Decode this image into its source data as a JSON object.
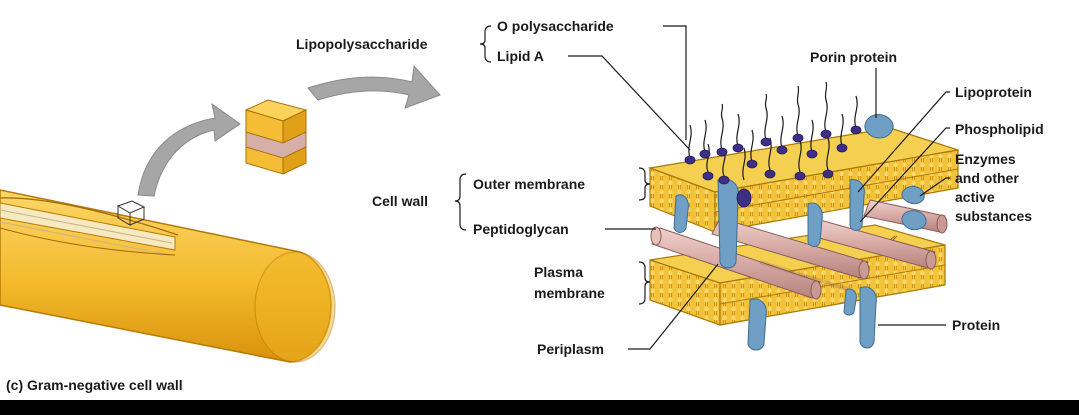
{
  "labels": {
    "lipopolysaccharide": "Lipopolysaccharide",
    "o_polysaccharide": "O polysaccharide",
    "lipid_a": "Lipid A",
    "porin_protein": "Porin protein",
    "lipoprotein": "Lipoprotein",
    "phospholipid": "Phospholipid",
    "enzymes": [
      "Enzymes",
      "and other",
      "active",
      "substances"
    ],
    "cell_wall": "Cell wall",
    "outer_membrane": "Outer membrane",
    "peptidoglycan": "Peptidoglycan",
    "plasma_membrane": [
      "Plasma",
      "membrane"
    ],
    "periplasm": "Periplasm",
    "protein": "Protein",
    "caption": "(c) Gram-negative cell wall"
  },
  "colors": {
    "membrane_yellow": "#f2c23a",
    "membrane_edge": "#d89a12",
    "protein_blue": "#6f9fc4",
    "rod_pink": "#d7a9a4",
    "lps_purple": "#3d2f86",
    "arrow_gray": "#a6a6a6"
  }
}
